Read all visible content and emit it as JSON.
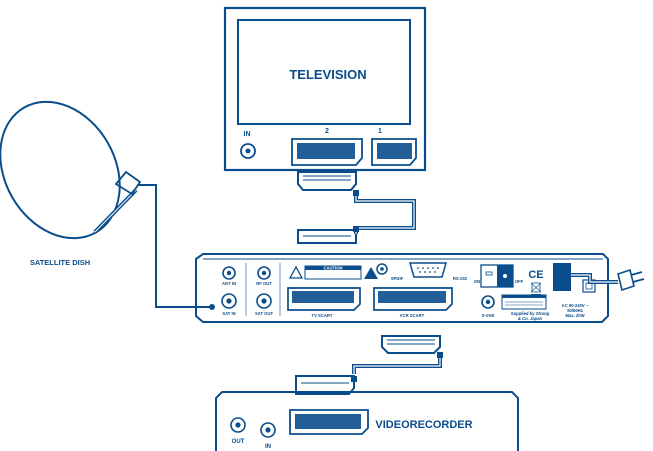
{
  "tv": {
    "title": "TELEVISION",
    "in_label": "IN",
    "scart_2": "2",
    "scart_1": "1"
  },
  "dish": {
    "label": "SATELLITE DISH"
  },
  "receiver": {
    "ant_in": "ANT IN",
    "rf_out": "RF OUT",
    "sat_in": "SAT IN",
    "sat_out": "SAT OUT",
    "caution": "CAUTION",
    "tv_scart": "TV SCART",
    "vcr_scart": "VCR SCART",
    "spdif": "SPDIF",
    "rs232": "RS-232",
    "on": "ON",
    "off": "OFF",
    "svhs": "S-VHS",
    "supplied": "Supplied by Strong",
    "supplied_2": "& Co. Japan",
    "ce": "CE",
    "ac_1": "AC 90-240V ~",
    "ac_2": "50/60Hz",
    "ac_3": "Max. 20W"
  },
  "vcr": {
    "title": "VIDEORECORDER",
    "out_label": "OUT",
    "in_label": "IN"
  }
}
